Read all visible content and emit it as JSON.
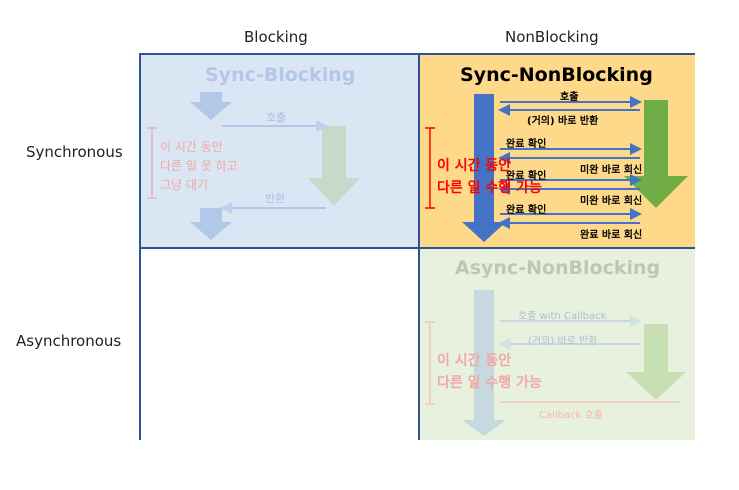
{
  "headers": {
    "col_blocking": "Blocking",
    "col_nonblocking": "NonBlocking",
    "row_sync": "Synchronous",
    "row_async": "Asynchronous"
  },
  "sync_blocking": {
    "title": "Sync-Blocking",
    "call": "호출",
    "return": "반환",
    "wait_line1": "이 시간 동안",
    "wait_line2": "다른 일 못 하고",
    "wait_line3": "그냥 대기"
  },
  "sync_nonblocking": {
    "title": "Sync-NonBlocking",
    "call": "호출",
    "instant_return": "(거의) 바로 반환",
    "check1": "완료 확인",
    "reply1": "미완 바로 회신",
    "check2": "완료 확인",
    "reply2": "미완 바로 회신",
    "check3": "완료 확인",
    "reply3": "완료 바로 회신",
    "free_line1": "이 시간 동안",
    "free_line2": "다른 일 수행 가능"
  },
  "async_nonblocking": {
    "title": "Async-NonBlocking",
    "call": "호출 with Callback",
    "instant_return": "(거의) 바로 반환",
    "callback": "Callback 호출",
    "free_line1": "이 시간 동안",
    "free_line2": "다른 일 수행 가능"
  },
  "colors": {
    "border": "#2f5496",
    "blue_fill": "#dbe6f5",
    "yellow_fill": "#ffd98a",
    "green_fill": "#e8f1de",
    "blue_arrow": "#4472c4",
    "green_arrow": "#70ad47",
    "red_text": "#ff0000"
  }
}
